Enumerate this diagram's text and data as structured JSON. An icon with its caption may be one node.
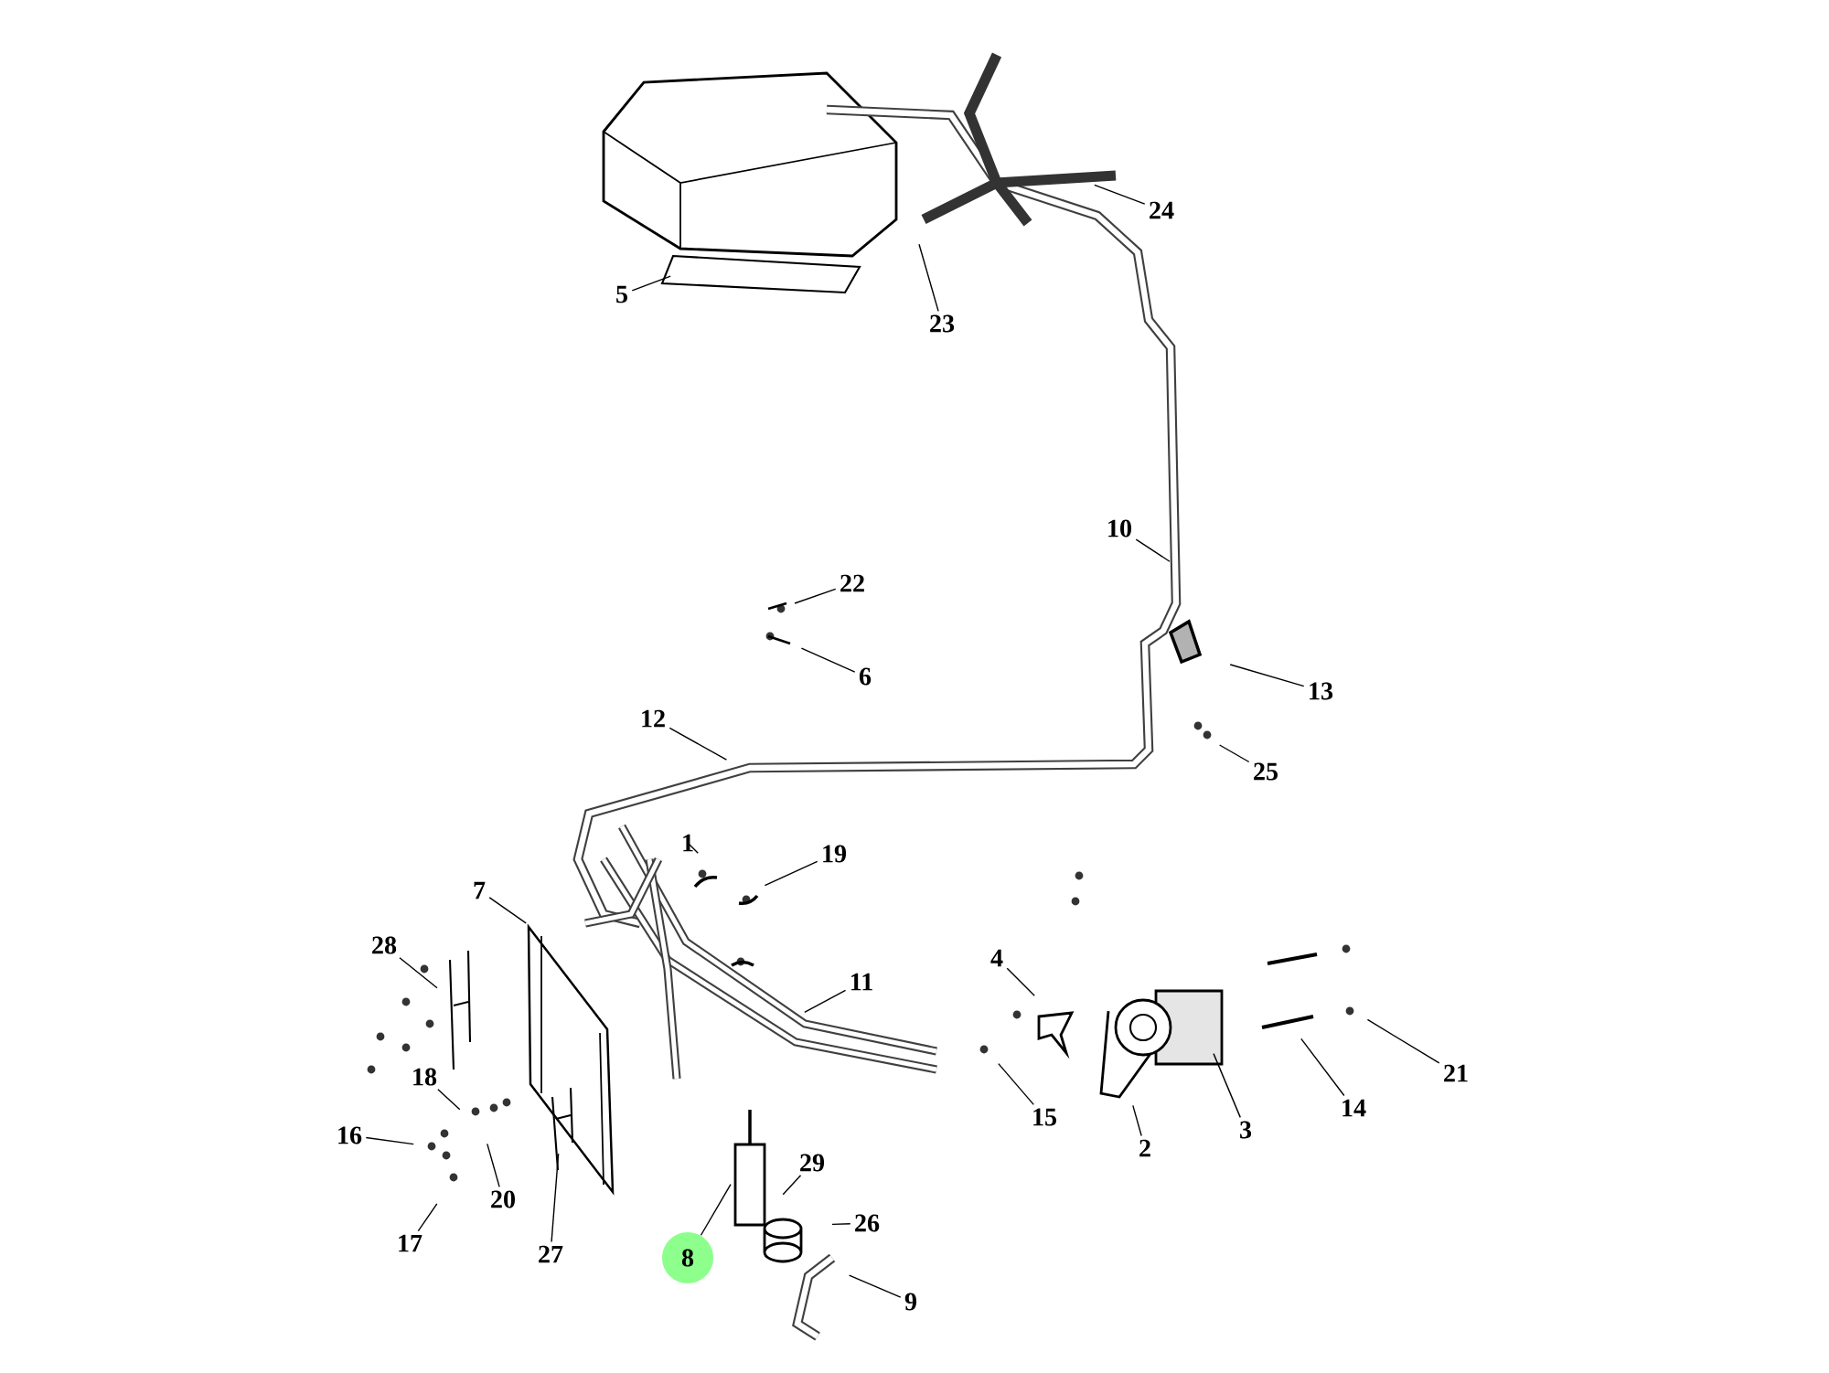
{
  "diagram": {
    "nodes": [
      {
        "text": [
          "24"
        ]
      },
      {
        "text": [
          "5"
        ]
      },
      {
        "text": [
          "23"
        ]
      },
      {
        "text": [
          "10"
        ]
      },
      {
        "text": [
          "22"
        ]
      },
      {
        "text": [
          "6"
        ]
      },
      {
        "text": [
          "13"
        ]
      },
      {
        "text": [
          "12"
        ]
      },
      {
        "text": [
          "25"
        ]
      },
      {
        "text": [
          "1"
        ]
      },
      {
        "text": [
          "19"
        ]
      },
      {
        "text": [
          "7"
        ]
      },
      {
        "text": [
          "28"
        ]
      },
      {
        "text": [
          "4"
        ]
      },
      {
        "text": [
          "11"
        ]
      },
      {
        "text": [
          "21"
        ]
      },
      {
        "text": [
          "18"
        ]
      },
      {
        "text": [
          "14"
        ]
      },
      {
        "text": [
          "15"
        ]
      },
      {
        "text": [
          "3"
        ]
      },
      {
        "text": [
          "16"
        ]
      },
      {
        "text": [
          "2"
        ]
      },
      {
        "text": [
          "29"
        ]
      },
      {
        "text": [
          "20"
        ]
      },
      {
        "text": [
          "26"
        ]
      },
      {
        "text": [
          "17"
        ]
      },
      {
        "text": [
          "27"
        ]
      },
      {
        "text": [
          "8"
        ]
      },
      {
        "text": [
          "9"
        ]
      }
    ],
    "edges": [
      {
        "from": 0,
        "to": null,
        "arrow": "none"
      },
      {
        "from": 1,
        "to": null,
        "arrow": "none"
      },
      {
        "from": 2,
        "to": null,
        "arrow": "none"
      },
      {
        "from": 3,
        "to": null,
        "arrow": "none"
      },
      {
        "from": 4,
        "to": null,
        "arrow": "none"
      },
      {
        "from": 5,
        "to": null,
        "arrow": "none"
      },
      {
        "from": 6,
        "to": null,
        "arrow": "none"
      },
      {
        "from": 7,
        "to": null,
        "arrow": "none"
      },
      {
        "from": 8,
        "to": null,
        "arrow": "none"
      },
      {
        "from": 9,
        "to": null,
        "arrow": "none"
      },
      {
        "from": 10,
        "to": null,
        "arrow": "none"
      },
      {
        "from": 11,
        "to": null,
        "arrow": "none"
      },
      {
        "from": 12,
        "to": null,
        "arrow": "none"
      },
      {
        "from": 13,
        "to": null,
        "arrow": "none"
      },
      {
        "from": 14,
        "to": null,
        "arrow": "none"
      },
      {
        "from": 15,
        "to": null,
        "arrow": "none"
      },
      {
        "from": 16,
        "to": null,
        "arrow": "none"
      },
      {
        "from": 17,
        "to": null,
        "arrow": "none"
      },
      {
        "from": 18,
        "to": null,
        "arrow": "none"
      },
      {
        "from": 19,
        "to": null,
        "arrow": "none"
      },
      {
        "from": 20,
        "to": null,
        "arrow": "none"
      },
      {
        "from": 21,
        "to": null,
        "arrow": "none"
      },
      {
        "from": 22,
        "to": null,
        "arrow": "none"
      },
      {
        "from": 23,
        "to": null,
        "arrow": "none"
      },
      {
        "from": 24,
        "to": null,
        "arrow": "none"
      },
      {
        "from": 25,
        "to": null,
        "arrow": "none"
      },
      {
        "from": 26,
        "to": null,
        "arrow": "none"
      },
      {
        "from": 27,
        "to": null,
        "arrow": "none"
      },
      {
        "from": 28,
        "to": null,
        "arrow": "none"
      }
    ]
  }
}
